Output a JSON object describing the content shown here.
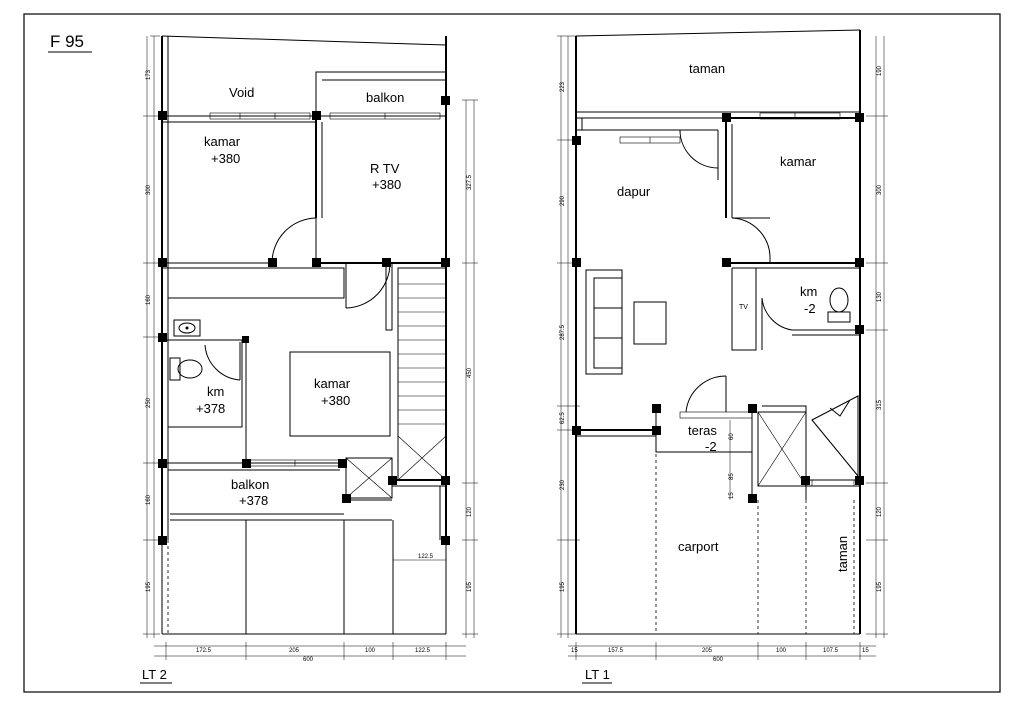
{
  "sheet": {
    "title": "F 95"
  },
  "plans": {
    "lt2": {
      "label": "LT 2",
      "rooms": {
        "void": "Void",
        "balkon_top": "balkon",
        "kamar1": "kamar",
        "kamar1_level": "+380",
        "rtv": "R TV",
        "rtv_level": "+380",
        "km": "km",
        "km_level": "+378",
        "kamar2": "kamar",
        "kamar2_level": "+380",
        "balkon_bottom": "balkon",
        "balkon_bottom_level": "+378"
      },
      "dims_left": [
        "173",
        "300",
        "160",
        "250",
        "160",
        "195"
      ],
      "dims_right": [
        "327.5",
        "450",
        "120",
        "195"
      ],
      "dims_bottom": [
        "172.5",
        "205",
        "100",
        "122.5"
      ],
      "dims_bottom_total": "600",
      "dim_inner": "122.5"
    },
    "lt1": {
      "label": "LT 1",
      "rooms": {
        "taman_top": "taman",
        "dapur": "dapur",
        "kamar": "kamar",
        "tv": "TV",
        "km": "km",
        "km_level": "-2",
        "teras": "teras",
        "teras_level": "-2",
        "carport": "carport",
        "taman_side": "taman"
      },
      "dims_left": [
        "223",
        "290",
        "287.5",
        "62.5",
        "230",
        "195"
      ],
      "dims_right": [
        "190",
        "300",
        "130",
        "315",
        "120",
        "195"
      ],
      "dims_bottom": [
        "15",
        "157.5",
        "205",
        "100",
        "107.5",
        "15"
      ],
      "dims_bottom_total": "600",
      "dims_inner": [
        "60",
        "85",
        "15"
      ]
    }
  },
  "colors": {
    "line": "#000000",
    "background": "#ffffff"
  }
}
